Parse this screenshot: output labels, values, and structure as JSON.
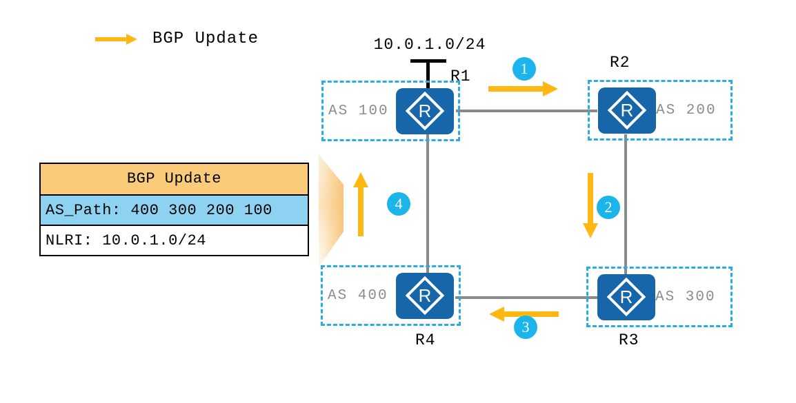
{
  "legend": {
    "label": "BGP Update"
  },
  "topology": {
    "prefix_label": "10.0.1.0/24",
    "router_letter": "R",
    "as_domains": [
      {
        "name": "AS 100",
        "router": "R1"
      },
      {
        "name": "AS 200",
        "router": "R2"
      },
      {
        "name": "AS 300",
        "router": "R3"
      },
      {
        "name": "AS 400",
        "router": "R4"
      }
    ]
  },
  "update_steps": [
    {
      "number": "1",
      "from": "R1",
      "to": "R2"
    },
    {
      "number": "2",
      "from": "R2",
      "to": "R3"
    },
    {
      "number": "3",
      "from": "R3",
      "to": "R4"
    },
    {
      "number": "4",
      "from": "R4",
      "to": "R1"
    }
  ],
  "message_box": {
    "title": "BGP Update",
    "as_path_row": "AS_Path: 400 300 200 100",
    "nlri_row": "NLRI: 10.0.1.0/24"
  },
  "colors": {
    "arrow_yellow": "#FDB813",
    "step_cyan": "#1CB5EB",
    "router_blue": "#1766A9",
    "dashed_border_cyan": "#29ACE3",
    "link_gray": "#8A8A8A",
    "as_label_gray": "#8C8C8C",
    "table_header_orange": "#FACC79",
    "table_row_blue": "#8DD3F1"
  }
}
